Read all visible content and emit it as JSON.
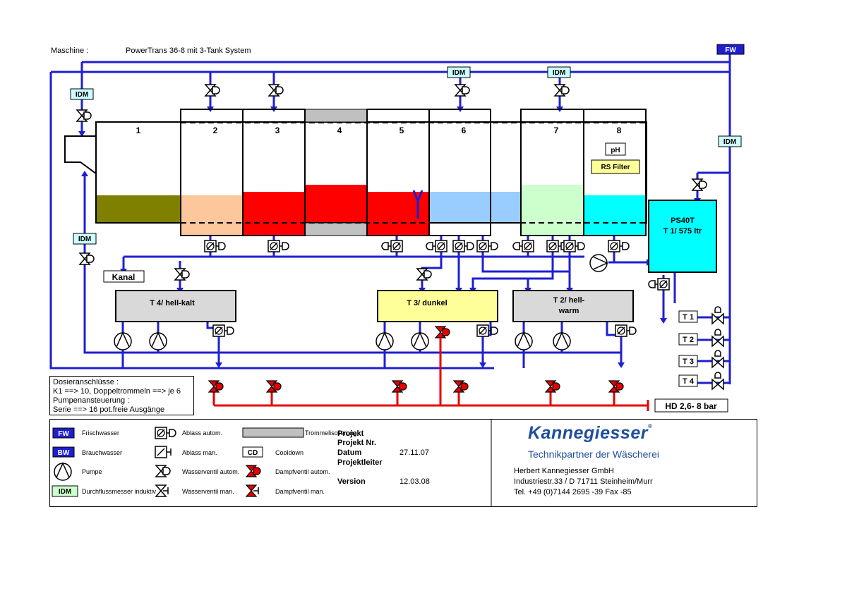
{
  "header": {
    "machine_label": "Maschine :",
    "machine_name": "PowerTrans  36-8 mit 3-Tank System"
  },
  "tags": {
    "fw": "FW",
    "idm": "IDM",
    "ph": "pH",
    "rs_filter": "RS Filter",
    "kanal": "Kanal",
    "hd": "HD 2,6- 8 bar"
  },
  "drum": {
    "compartments": [
      "1",
      "2",
      "3",
      "4",
      "5",
      "6",
      "7",
      "8"
    ]
  },
  "tanks": {
    "t4": "T 4/ hell-kalt",
    "t3": "T 3/ dunkel",
    "t2_line1": "T 2/ hell-",
    "t2_line2": "warm",
    "ps_line1": "PS40T",
    "ps_line2": "T 1/ 575 ltr"
  },
  "outputs": [
    "T 1",
    "T 2",
    "T 3",
    "T 4"
  ],
  "dosing": {
    "line1": "Dosieranschlüsse :",
    "line2": "K1 ==> 10,  Doppeltrommeln ==> je 6",
    "line3": "Pumpenansteuerung :",
    "line4": "Serie ==> 16 pot.freie Ausgänge"
  },
  "legend": {
    "fw_tag": "FW",
    "fw_label": "Frischwasser",
    "bw_tag": "BW",
    "bw_label": "Brauchwasser",
    "pump_label": "Pumpe",
    "idm_tag": "IDM",
    "idm_label": "Durchflussmesser induktiv",
    "ablass_auto": "Ablass autom.",
    "ablass_man": "Ablass man.",
    "wasser_auto": "Wasserventil autom.",
    "wasser_man": "Wasserventil man.",
    "trommel": "Trommelisolierung",
    "cd_tag": "CD",
    "cooldown": "Cooldown",
    "dampf_auto": "Dampfventil autom.",
    "dampf_man": "Dampfventil man."
  },
  "project": {
    "projekt": "Projekt",
    "projekt_nr": "Projekt Nr.",
    "datum": "Datum",
    "datum_value": "27.11.07",
    "projektleiter": "Projektleiter",
    "version": "Version",
    "version_value": "12.03.08"
  },
  "company": {
    "brand": "Kannegiesser",
    "reg": "®",
    "tagline": "Technikpartner der Wäscherei",
    "name": "Herbert Kannegiesser GmbH",
    "street": "Industriestr.33 / D 71711 Steinheim/Murr",
    "phone": "Tel. +49 (0)7144 2695 -39  Fax -85"
  },
  "colors": {
    "pipe": "#1f1fd0",
    "steam": "#e60000",
    "c1": "#808000",
    "c2": "#fcc89b",
    "c3": "#ff0000",
    "c4": "#ff0000",
    "c5": "#ff0000",
    "c6": "#99ccff",
    "c7": "#ccffcc",
    "c8": "#00ffff",
    "insulation": "#c0c0c0",
    "idm_fill": "#ccffff",
    "t3_fill": "#ffff99",
    "tank_grey": "#d9d9d9",
    "ps_fill": "#00ffff",
    "brand": "#1f4e9a"
  }
}
